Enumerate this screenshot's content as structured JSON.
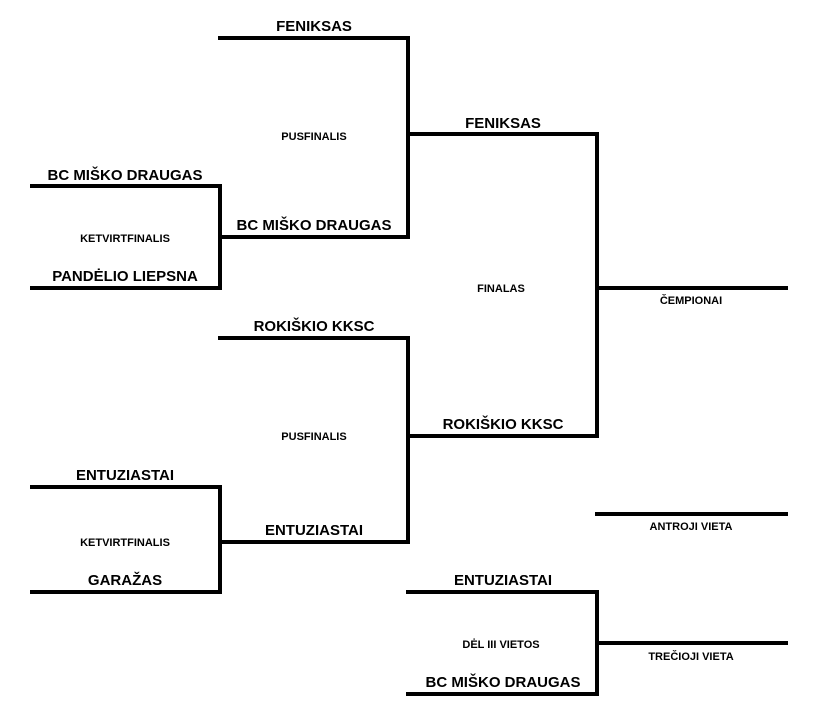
{
  "quarterfinals": [
    {
      "label": "KETVIRTFINALIS",
      "team_top": "BC MIŠKO DRAUGAS",
      "team_bottom": "PANDĖLIO LIEPSNA"
    },
    {
      "label": "KETVIRTFINALIS",
      "team_top": "ENTUZIASTAI",
      "team_bottom": "GARAŽAS"
    }
  ],
  "semifinals": [
    {
      "label": "PUSFINALIS",
      "team_top": "FENIKSAS",
      "team_bottom": "BC MIŠKO DRAUGAS"
    },
    {
      "label": "PUSFINALIS",
      "team_top": "ROKIŠKIO KKSC",
      "team_bottom": "ENTUZIASTAI"
    }
  ],
  "final": {
    "label": "FINALAS",
    "team_top": "FENIKSAS",
    "team_bottom": "ROKIŠKIO KKSC"
  },
  "third_place_match": {
    "label": "DĖL III VIETOS",
    "team_top": "ENTUZIASTAI",
    "team_bottom": "BC MIŠKO DRAUGAS"
  },
  "placements": {
    "champion": "ČEMPIONAI",
    "second": "ANTROJI VIETA",
    "third": "TREČIOJI VIETA"
  }
}
